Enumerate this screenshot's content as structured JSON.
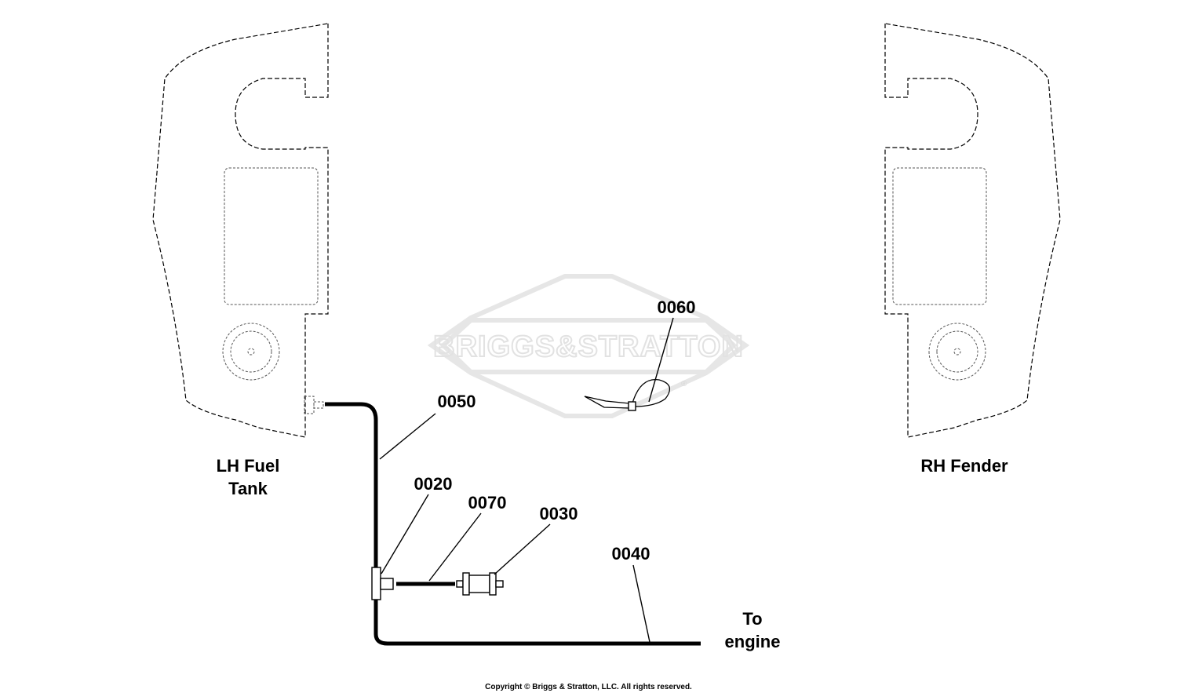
{
  "labels": {
    "lh_tank_line1": "LH Fuel",
    "lh_tank_line2": "Tank",
    "rh_fender": "RH Fender",
    "to_engine_line1": "To",
    "to_engine_line2": "engine"
  },
  "callouts": {
    "c0020": "0020",
    "c0030": "0030",
    "c0040": "0040",
    "c0050": "0050",
    "c0060": "0060",
    "c0070": "0070"
  },
  "watermark": {
    "text": "BRIGGS&STRATTON",
    "registered": "®"
  },
  "copyright": "Copyright © Briggs & Stratton, LLC. All rights reserved.",
  "colors": {
    "line": "#000000",
    "watermark": "#e2e2e2",
    "background": "#ffffff"
  }
}
